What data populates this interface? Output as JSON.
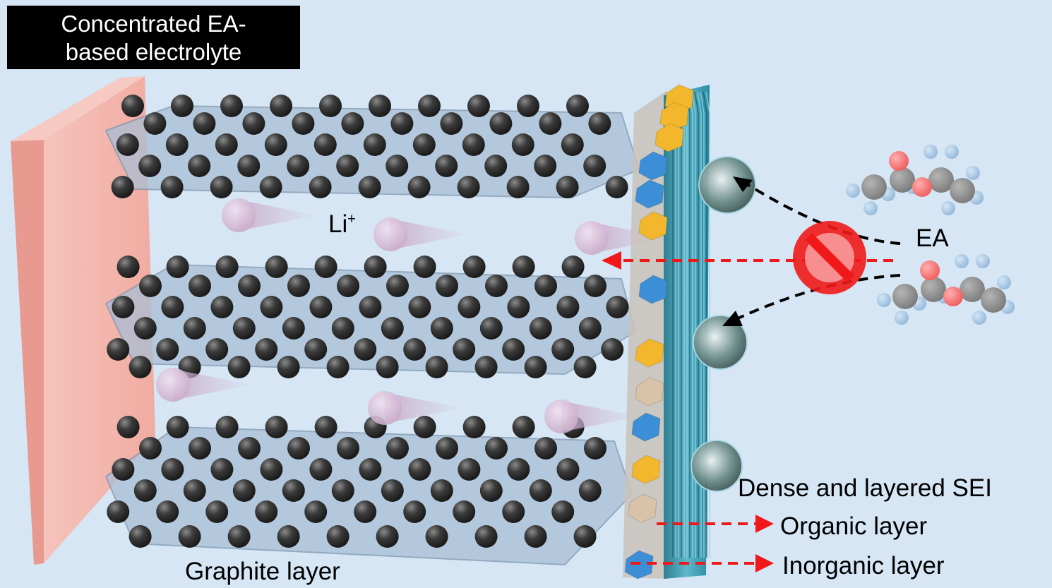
{
  "title": {
    "line1": "Concentrated EA-",
    "line2": "based electrolyte"
  },
  "labels": {
    "li": "Li",
    "li_charge": "+",
    "ea": "EA",
    "sei": "Dense and layered SEI",
    "organic": "Organic layer",
    "inorganic": "Inorganic layer",
    "graphite": "Graphite layer"
  },
  "colors": {
    "background": "#d6e6f5",
    "current_collector": "#f4b3aa",
    "graphite_sheet": "#a9bfd6",
    "carbon_atom": "#3b3b3b",
    "li_ion": "#d2b8d3",
    "inorganic_yellow": "#f2b72d",
    "inorganic_blue": "#3c8fd6",
    "organic_layer": "#3a9fb5",
    "block_symbol": "#f23a3a",
    "arrow_red": "#f01818",
    "arrow_black": "#000000",
    "oxygen_atom": "#f46e6e",
    "hydrogen_atom": "#a7c8e6",
    "ea_carbon": "#8c8c8c"
  },
  "icons": [
    "no-entry-icon"
  ]
}
